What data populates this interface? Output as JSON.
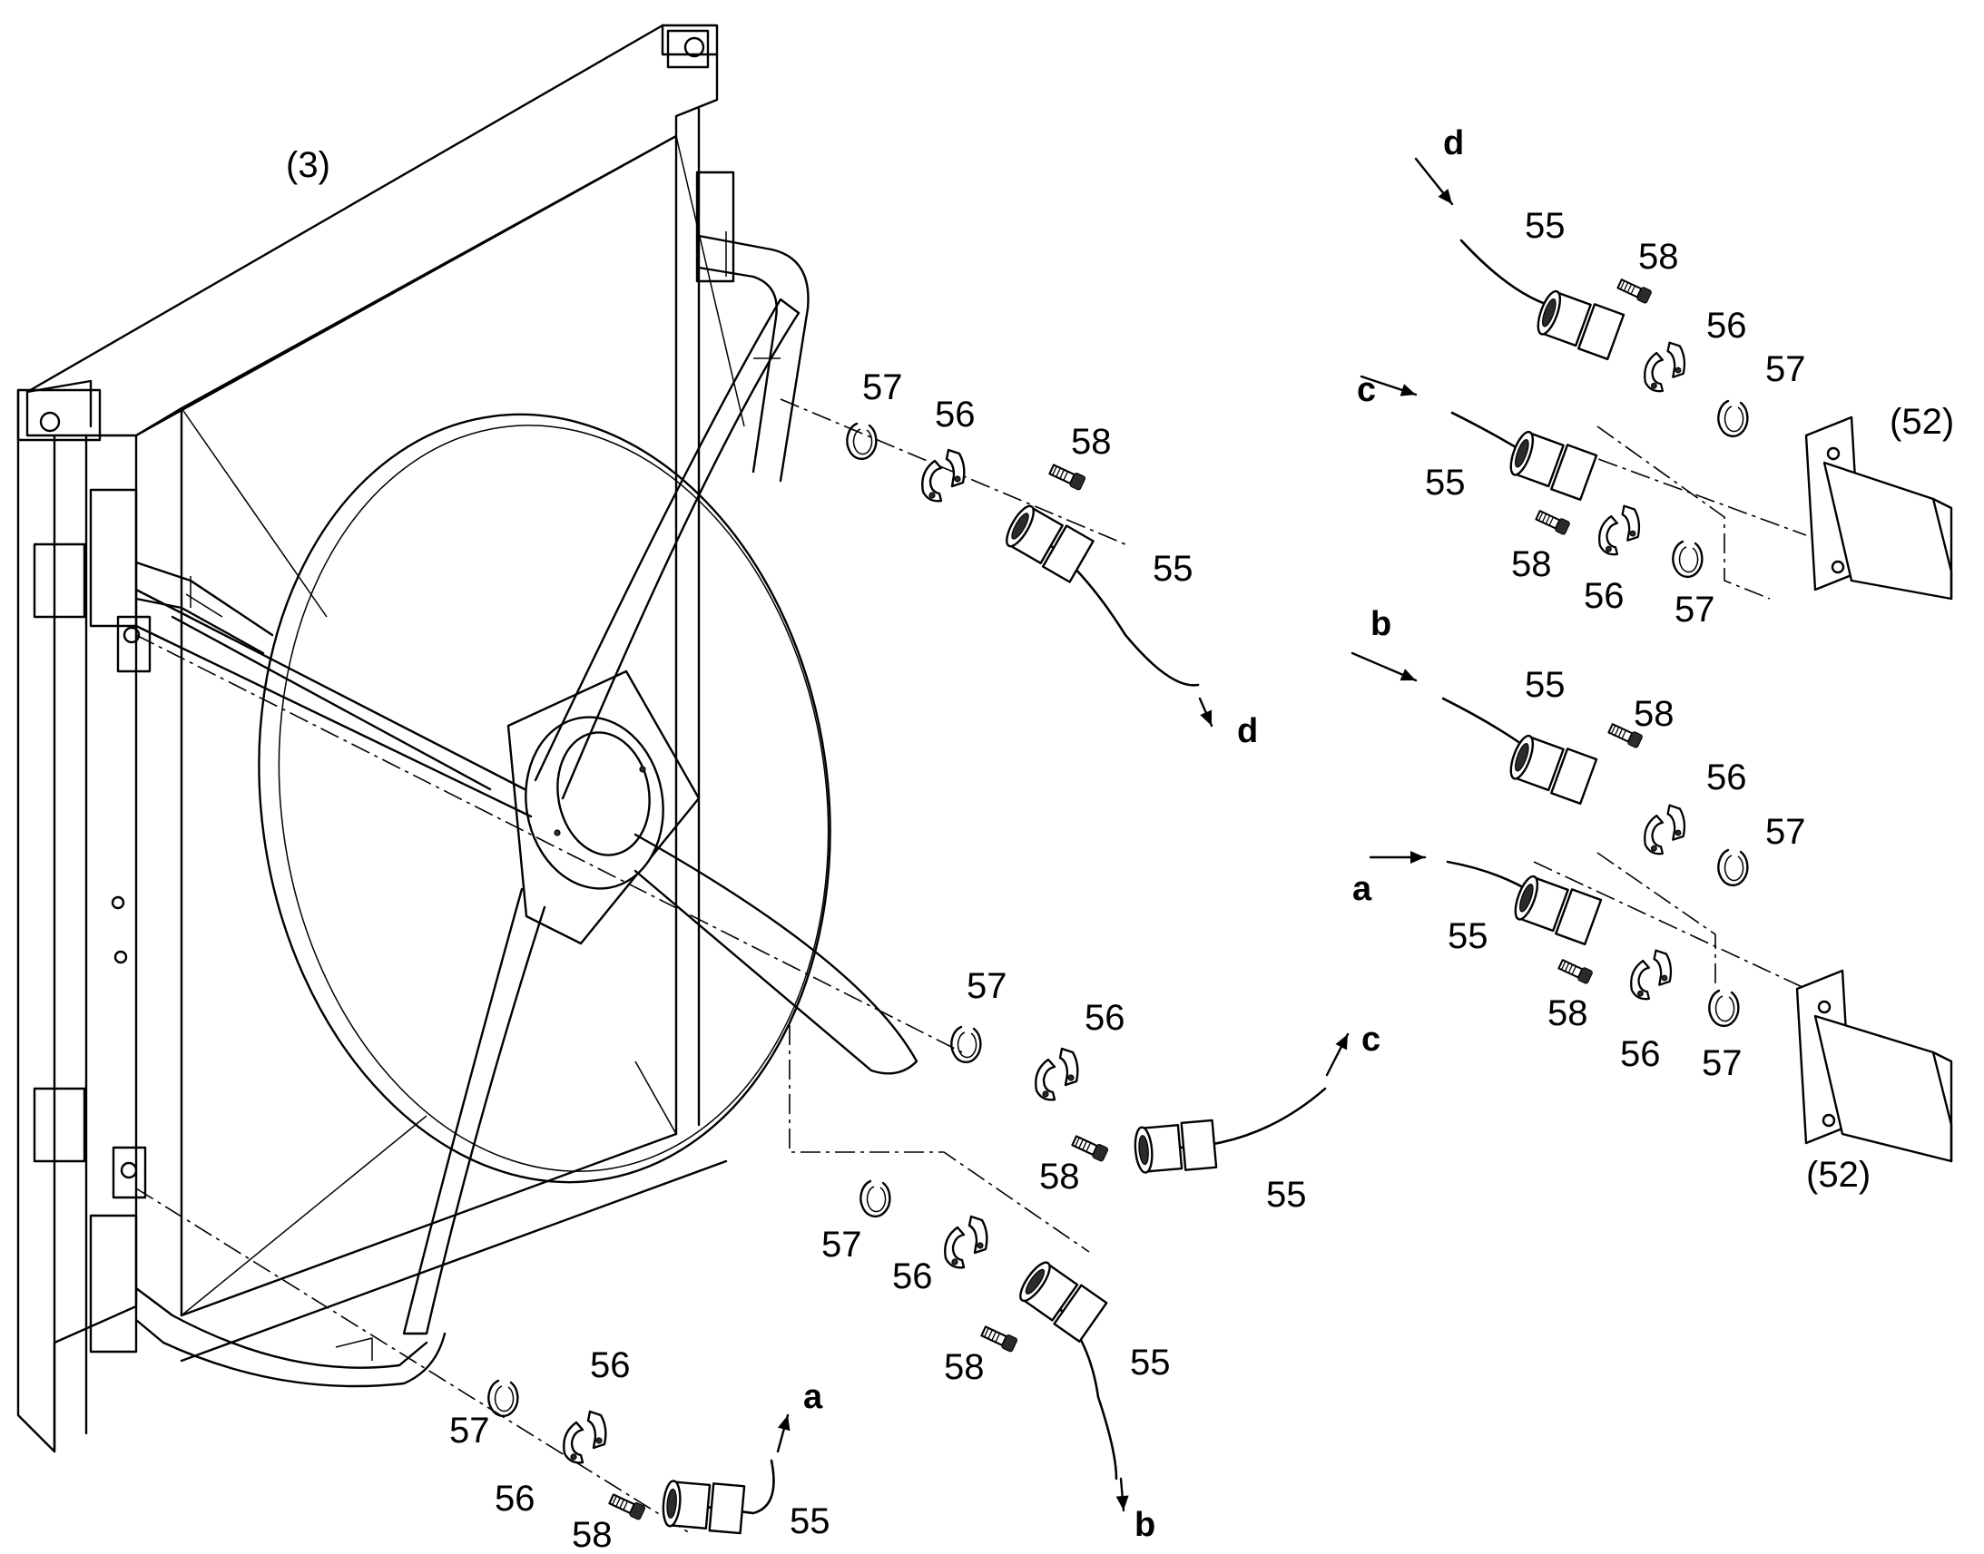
{
  "diagram": {
    "assembly_ref": "(3)",
    "connector_refs": [
      "(52)",
      "(52)"
    ],
    "part_numbers": {
      "hose": "55",
      "clamp_half": "56",
      "o_ring": "57",
      "screw": "58"
    },
    "flow_markers": [
      "a",
      "b",
      "c",
      "d"
    ],
    "callouts": [
      {
        "text": "57"
      },
      {
        "text": "56"
      },
      {
        "text": "58"
      },
      {
        "text": "55"
      },
      {
        "text": "d"
      },
      {
        "text": "57"
      },
      {
        "text": "56"
      },
      {
        "text": "58"
      },
      {
        "text": "55"
      },
      {
        "text": "c"
      },
      {
        "text": "57"
      },
      {
        "text": "56"
      },
      {
        "text": "58"
      },
      {
        "text": "55"
      },
      {
        "text": "b"
      },
      {
        "text": "57"
      },
      {
        "text": "56"
      },
      {
        "text": "56"
      },
      {
        "text": "58"
      },
      {
        "text": "55"
      },
      {
        "text": "a"
      },
      {
        "text": "d"
      },
      {
        "text": "55"
      },
      {
        "text": "58"
      },
      {
        "text": "56"
      },
      {
        "text": "57"
      },
      {
        "text": "c"
      },
      {
        "text": "55"
      },
      {
        "text": "58"
      },
      {
        "text": "56"
      },
      {
        "text": "57"
      },
      {
        "text": "b"
      },
      {
        "text": "55"
      },
      {
        "text": "58"
      },
      {
        "text": "56"
      },
      {
        "text": "57"
      },
      {
        "text": "a"
      },
      {
        "text": "55"
      },
      {
        "text": "58"
      },
      {
        "text": "56"
      },
      {
        "text": "57"
      }
    ]
  }
}
